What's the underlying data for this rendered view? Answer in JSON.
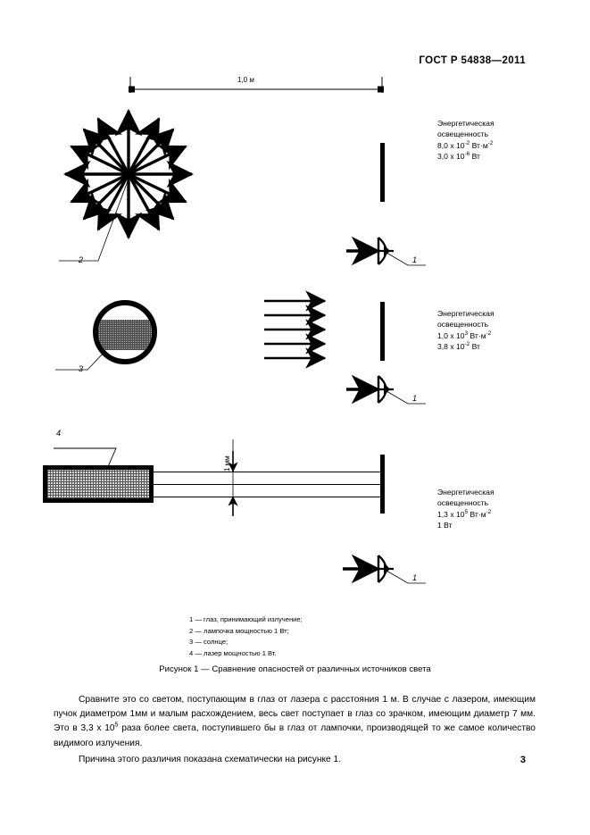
{
  "document": {
    "standard_header": "ГОСТ Р 54838—2011",
    "page_number": "3"
  },
  "figure": {
    "dimension_label": "1,0 м",
    "beam_width_label": "1 мм",
    "callouts": {
      "lamp": "2",
      "sun": "3",
      "laser": "4",
      "eye_1": "1",
      "eye_2": "1",
      "eye_3": "1"
    },
    "irradiance_blocks": [
      {
        "title_line1": "Энергетическая",
        "title_line2": "освещенность",
        "value_mantissa": "8,0 x 10",
        "value_exp": "-2",
        "value_unit": "Вт·м",
        "value_unit_exp": "-2",
        "power_mantissa": "3,0 x 10",
        "power_exp": "-6",
        "power_unit": "Вт"
      },
      {
        "title_line1": "Энергетическая",
        "title_line2": "освещенность",
        "value_mantissa": "1,0 x 10",
        "value_exp": "3",
        "value_unit": "Вт·м",
        "value_unit_exp": "-2",
        "power_mantissa": "3,8 x 10",
        "power_exp": "-2",
        "power_unit": "Вт"
      },
      {
        "title_line1": "Энергетическая",
        "title_line2": "освещенность",
        "value_mantissa": "1,3 x 10",
        "value_exp": "5",
        "value_unit": "Вт·м",
        "value_unit_exp": "-2",
        "power_mantissa": "1 Вт",
        "power_exp": "",
        "power_unit": ""
      }
    ],
    "legend": [
      "1 — глаз, принимающий излучение;",
      "2 — лампочка мощностью 1 Вт;",
      "3 — солнце;",
      "4 — лазер мощностью 1 Вт."
    ],
    "caption": "Рисунок 1 — Сравнение опасностей от различных источников света"
  },
  "body": {
    "paragraph_1_a": "Сравните это со светом, поступающим в глаз от лазера с расстояния 1 м. В случае с лазером, имеющим пучок диаметром 1мм и малым расхождением, весь свет поступает в глаз со зрачком, имеющим диаметр 7 мм. Это в 3,3 x 10",
    "paragraph_1_exp": "5",
    "paragraph_1_b": " раза более света, поступившего бы в глаз от лампочки, производящей то же самое количество видимого излучения.",
    "paragraph_2": "Причина этого различия показана схематически на рисунке 1."
  }
}
